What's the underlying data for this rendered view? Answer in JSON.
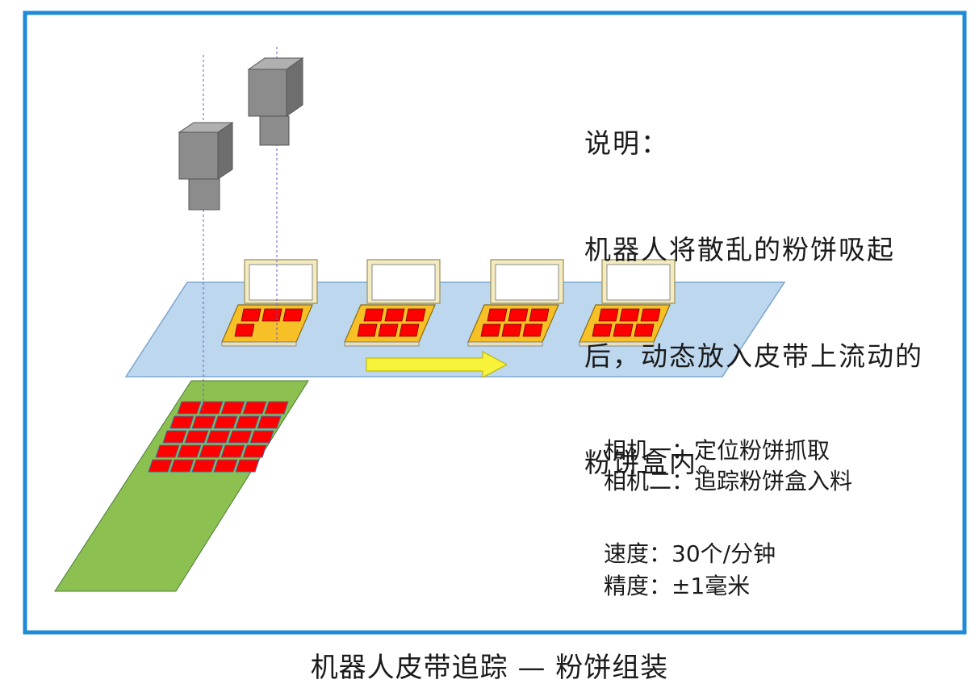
{
  "description": {
    "heading": "说明：",
    "lines": [
      "机器人将散乱的粉饼吸起",
      "后，动态放入皮带上流动的",
      "粉饼盒内。"
    ]
  },
  "specs": {
    "camera1": "相机一：定位粉饼抓取",
    "camera2": "相机二：追踪粉饼盒入料",
    "speed": "速度：30个/分钟",
    "accuracy": "精度：±1毫米"
  },
  "caption": "机器人皮带追踪 — 粉饼组装",
  "colors": {
    "frame": "#1f8ad6",
    "belt": "#bdd7ee",
    "tray": "#8cc152",
    "puff": "#ff0000",
    "box_base": "#f6c026",
    "arrow": "#f7f23a",
    "camera": "#8c8c8c"
  },
  "icons": [
    "camera-icon",
    "compact-box-icon",
    "conveyor-belt",
    "feed-tray",
    "direction-arrow"
  ]
}
